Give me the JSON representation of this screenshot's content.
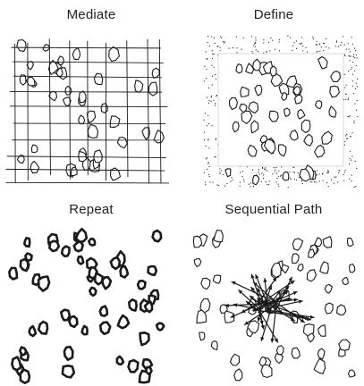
{
  "panels": [
    {
      "title": "Mediate",
      "pattern": "grid-lines"
    },
    {
      "title": "Define",
      "pattern": "speckled-border"
    },
    {
      "title": "Repeat",
      "pattern": "dark-edged-stones"
    },
    {
      "title": "Sequential Path",
      "pattern": "arrow-burst"
    }
  ],
  "colors": {
    "ink": "#1a1a1a",
    "paper": "#ffffff"
  }
}
